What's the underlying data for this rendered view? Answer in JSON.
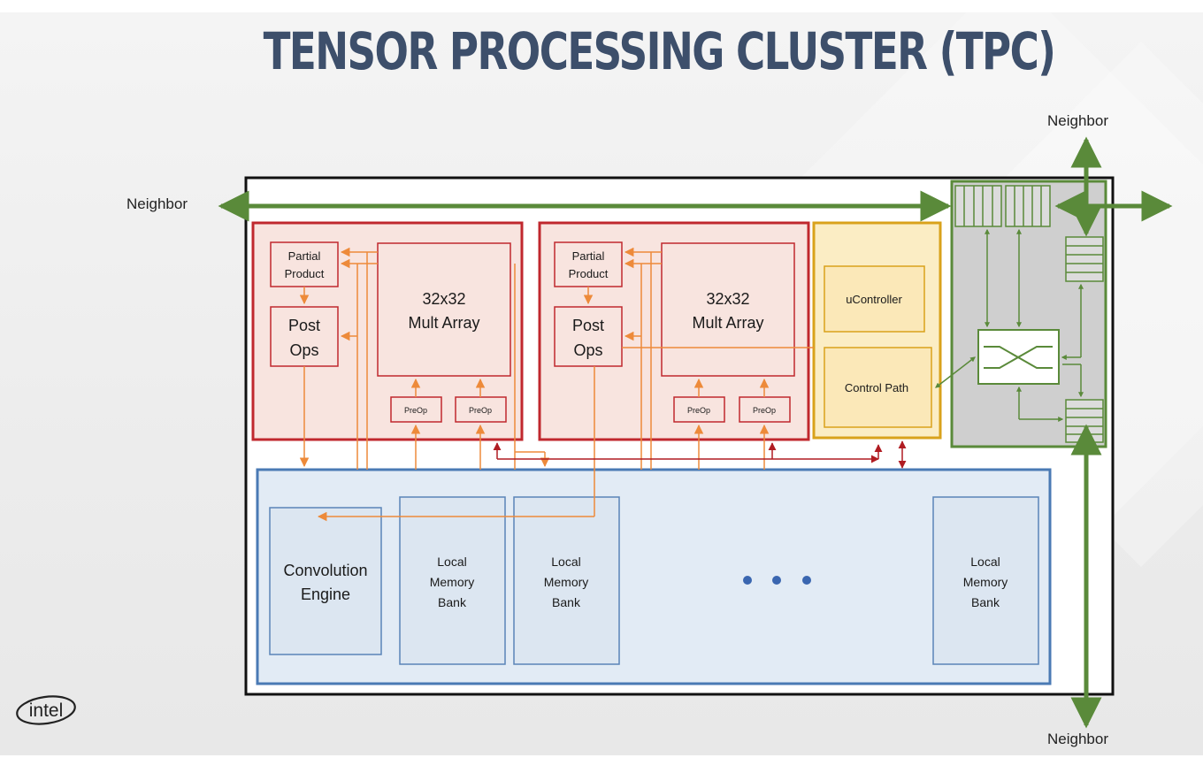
{
  "title": "TENSOR PROCESSING CLUSTER (TPC)",
  "neighbors": {
    "left": "Neighbor",
    "top": "Neighbor",
    "bottom": "Neighbor"
  },
  "compute_units": [
    {
      "partial_product": [
        "Partial",
        "Product"
      ],
      "post_ops": [
        "Post",
        "Ops"
      ],
      "mult_array": [
        "32x32",
        "Mult Array"
      ],
      "preops": [
        "PreOp",
        "PreOp"
      ]
    },
    {
      "partial_product": [
        "Partial",
        "Product"
      ],
      "post_ops": [
        "Post",
        "Ops"
      ],
      "mult_array": [
        "32x32",
        "Mult Array"
      ],
      "preops": [
        "PreOp",
        "PreOp"
      ]
    }
  ],
  "control": {
    "ucontroller": "uController",
    "control_path": "Control Path"
  },
  "memory": {
    "convolution_engine": [
      "Convolution",
      "Engine"
    ],
    "banks": [
      [
        "Local",
        "Memory",
        "Bank"
      ],
      [
        "Local",
        "Memory",
        "Bank"
      ],
      [
        "Local",
        "Memory",
        "Bank"
      ]
    ]
  },
  "logo": {
    "text": "intel"
  },
  "colors": {
    "title": "#3d4f6b",
    "compute_border": "#c0282e",
    "compute_fill": "#f8e4df",
    "control_border": "#d9a21b",
    "control_fill": "#fbedc4",
    "memory_border": "#4a7ab4",
    "memory_fill": "#e2ebf5",
    "router_border": "#5a8a3a",
    "router_fill": "#cfcfcf",
    "dataflow_arrow": "#ed8a3a",
    "control_arrow": "#b01c22",
    "neighbor_arrow": "#5a8a3a"
  }
}
